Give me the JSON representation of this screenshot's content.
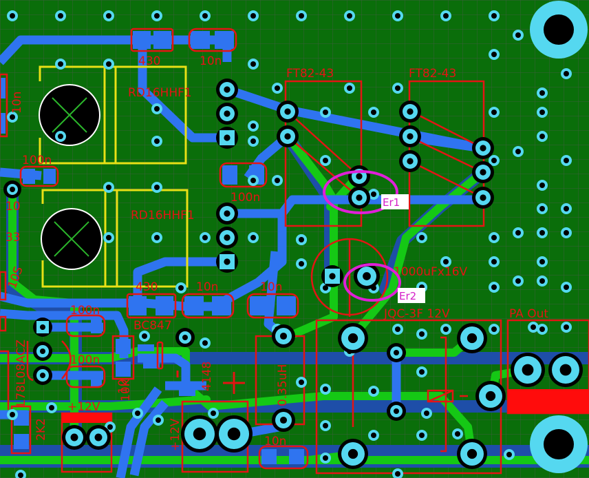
{
  "board": {
    "title": "PCB layout view",
    "colors": {
      "board": "#0a6e0a",
      "grid": "#555555",
      "top_copper": "#2f74f0",
      "bottom_copper": "#15c815",
      "bottom_copper_outline": "#1e4ea8",
      "pad": "#55d8f0",
      "drill": "#000000",
      "silkscreen": "#e41414",
      "silkscreen_alt": "#e8e016",
      "error_marker": "#e020d8",
      "error_label_bg": "#ffffff"
    }
  },
  "components": [
    {
      "id": "r-430-top",
      "label": "430"
    },
    {
      "id": "c-10n-top",
      "label": "10n"
    },
    {
      "id": "q1",
      "label": "RD16HHF1"
    },
    {
      "id": "q2",
      "label": "RD16HHF1"
    },
    {
      "id": "c-10n-left",
      "label": "10n"
    },
    {
      "id": "c-100n-left",
      "label": "100n"
    },
    {
      "id": "r-10-left",
      "label": "10"
    },
    {
      "id": "r-33-left",
      "label": "33"
    },
    {
      "id": "r-10s-left",
      "label": "10S"
    },
    {
      "id": "c-100n-mid",
      "label": "100n"
    },
    {
      "id": "t1",
      "label": "FT82-43"
    },
    {
      "id": "t2",
      "label": "FT82-43"
    },
    {
      "id": "c-1000uf",
      "label": "1000uFx16V"
    },
    {
      "id": "r-430-bottom",
      "label": "430"
    },
    {
      "id": "c-10n-bottom-a",
      "label": "10n"
    },
    {
      "id": "c-10n-bottom-b",
      "label": "10n"
    },
    {
      "id": "u1",
      "label": "L78L08ACZ"
    },
    {
      "id": "c-100n-a",
      "label": "100n"
    },
    {
      "id": "c-100n-b",
      "label": "100n"
    },
    {
      "id": "q3",
      "label": "BC847"
    },
    {
      "id": "r-10k",
      "label": "10K"
    },
    {
      "id": "d1",
      "label": "4148"
    },
    {
      "id": "l1",
      "label": "0.35uH"
    },
    {
      "id": "k1",
      "label": "JQC-3F 12V"
    },
    {
      "id": "j-pa-out",
      "label": "PA Out"
    },
    {
      "id": "j-12v-a",
      "label": "+12V"
    },
    {
      "id": "j-12v-b",
      "label": "+12V"
    },
    {
      "id": "r-2k2",
      "label": "2K2"
    },
    {
      "id": "r-10-bottom",
      "label": "10"
    },
    {
      "id": "c-10n-bottom-c",
      "label": "10n"
    }
  ],
  "errors": [
    {
      "id": "er1",
      "label": "Er1"
    },
    {
      "id": "er2",
      "label": "Er2"
    }
  ]
}
